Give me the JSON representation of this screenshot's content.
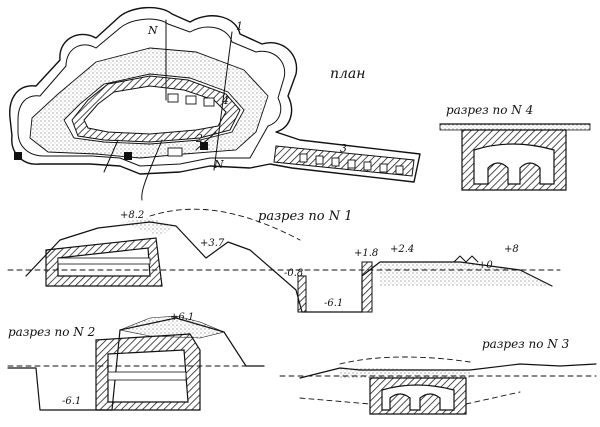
{
  "labels": {
    "plan": "план",
    "section_4": "разрез по N 4",
    "section_1": "разрез по N 1",
    "section_2": "разрез по N 2",
    "section_3": "разрез по N 3"
  },
  "plan_marks": {
    "n": "N",
    "mark_1": "1",
    "mark_2": "2",
    "mark_3": "3",
    "mark_4": "4"
  },
  "elevations": {
    "s1_a": "+8.2",
    "s1_b": "+3.7",
    "s1_c": "-0.8",
    "s1_d": "+1.8",
    "s1_e": "+2.4",
    "s1_f": "+0",
    "s1_g": "+8",
    "s1_h": "-6.1",
    "s2_a": "+6.1",
    "s2_b": "-6.1"
  },
  "colors": {
    "ink": "#111111",
    "hatch": "#333333",
    "paper": "#ffffff"
  }
}
